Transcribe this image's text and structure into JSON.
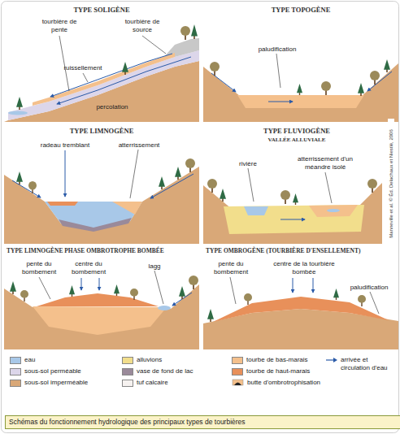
{
  "diagram": {
    "caption": "Schémas du fonctionnement hydrologique des principaux types de tourbières",
    "labels": [
      "TYPE SOLIGÈNE",
      "tourbière de pente",
      "tourbière de source",
      "ruissellement",
      "percolation",
      "TYPE TOPOGÈNE",
      "paludification",
      "TYPE LIMNOGÈNE",
      "radeau tremblant",
      "atterrissement",
      "TYPE FLUVIOGÈNE",
      "VALLÉE ALLUVIALE",
      "rivière",
      "atterrissement d'un méandre isolé",
      "TYPE LIMNOGÈNE PHASE OMBROTROPHE BOMBÉE",
      "pente du bombement",
      "centre du bombement",
      "lagg",
      "TYPE OMBROGÈNE (TOURBIÈRE D'ENSELLEMENT)",
      "pente du bombement",
      "centre de la tourbière bombée",
      "paludification",
      "Manneville et al. © Éd. Delachaux et Niestlé, 2006"
    ],
    "legend": [
      {
        "text": "eau",
        "color": "#a8c8e8"
      },
      {
        "text": "sous-sol perméable",
        "color": "#dcd6ea"
      },
      {
        "text": "sous-sol imperméable",
        "color": "#d9a878"
      },
      {
        "text": "alluvions",
        "color": "#f2de8c"
      },
      {
        "text": "vase de fond de lac",
        "color": "#9a8a9a"
      },
      {
        "text": "tuf calcaire",
        "color": "#f6f2f0"
      },
      {
        "text": "tourbe de bas-marais",
        "color": "#f4c08c"
      },
      {
        "text": "tourbe de haut-marais",
        "color": "#e8905a"
      },
      {
        "text": "butte d'ombrotrophisation"
      },
      {
        "text": "arrivée et circulation d'eau"
      }
    ]
  }
}
